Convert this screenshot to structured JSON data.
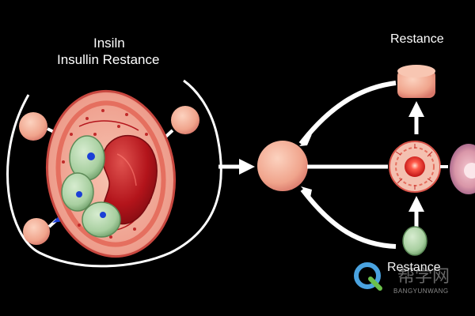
{
  "labels": {
    "title_line1": "Insiln",
    "title_line2": "Insullin Restance",
    "right_top": "Restance",
    "right_bottom": "Restance"
  },
  "watermark": {
    "text": "帮学网",
    "subtext": "BANGYUNWANG"
  },
  "colors": {
    "background": "#000000",
    "cell_pink": "#f0a48c",
    "membrane_red": "#d9544a",
    "nucleus_red": "#b3141b",
    "vesicle_green": "#a8cfa0",
    "receptor_blue": "#1b3fd6"
  }
}
